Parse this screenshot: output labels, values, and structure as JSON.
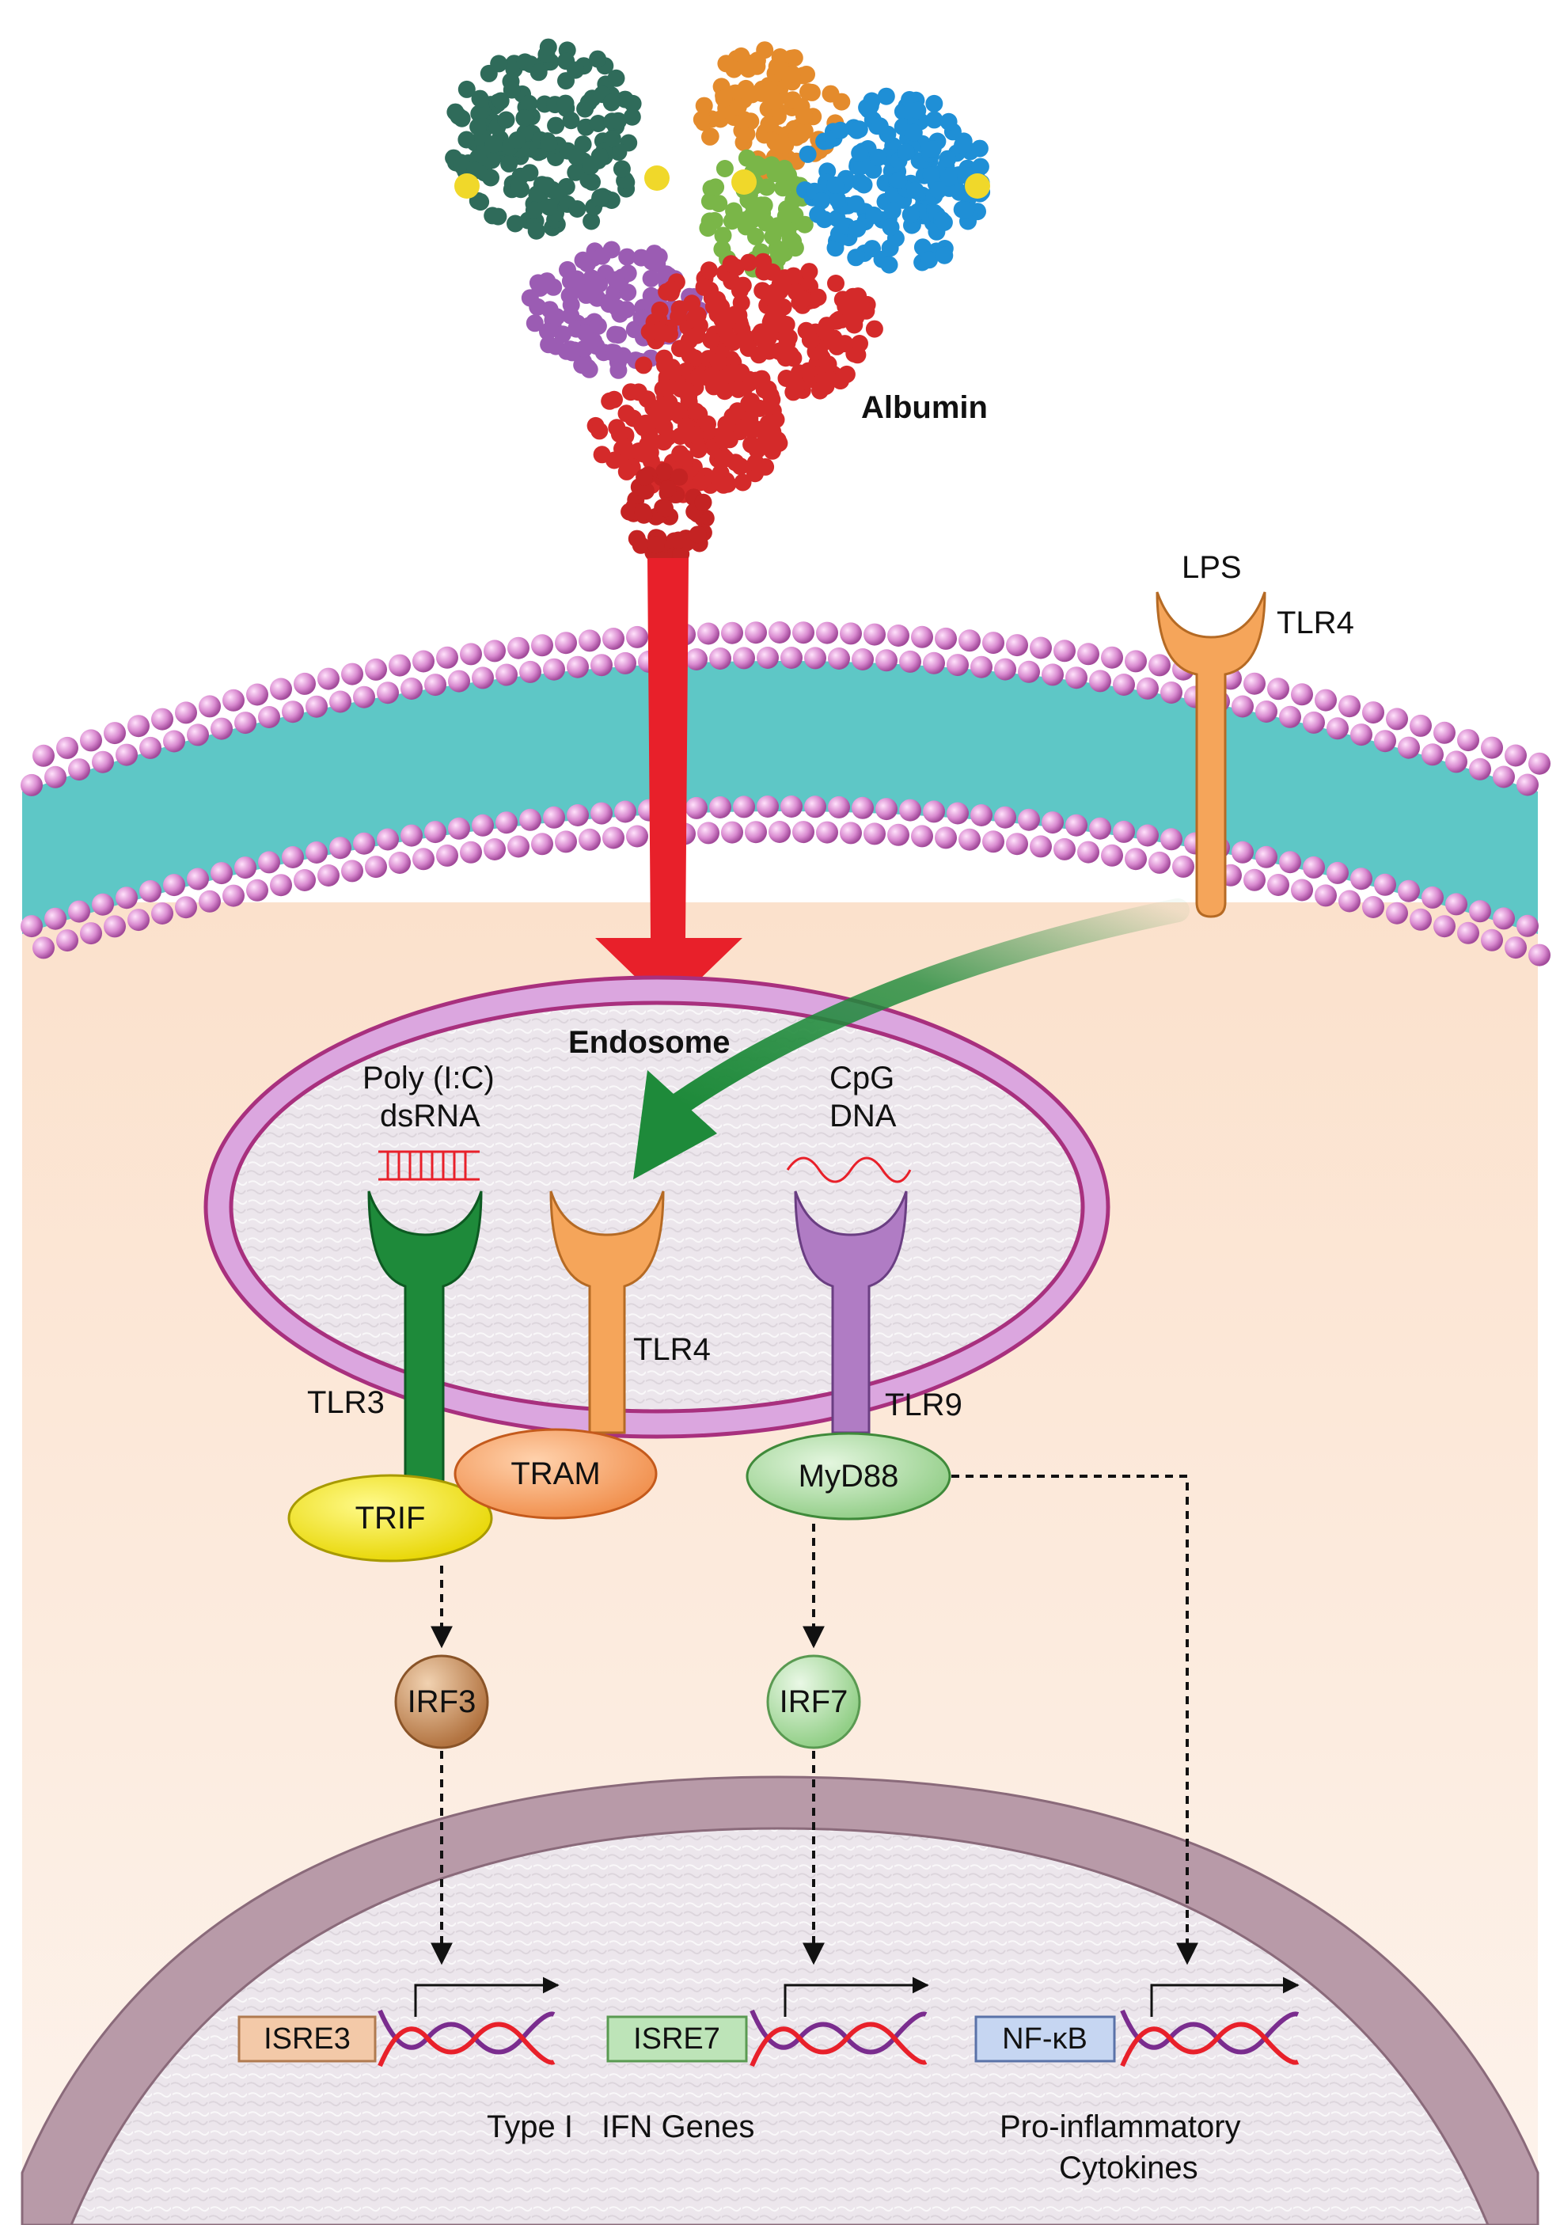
{
  "labels": {
    "albumin": "Albumin",
    "lps": "LPS",
    "tlr4_membrane": "TLR4",
    "endosome": "Endosome",
    "polyic_line1": "Poly (I:C)",
    "polyic_line2": "dsRNA",
    "cpg_line1": "CpG",
    "cpg_line2": "DNA",
    "tlr3": "TLR3",
    "tlr4_endosome": "TLR4",
    "tlr9": "TLR9",
    "trif": "TRIF",
    "tram": "TRAM",
    "myd88": "MyD88",
    "irf3": "IRF3",
    "irf7": "IRF7",
    "isre3": "ISRE3",
    "isre7": "ISRE7",
    "nfkb": "NF-κB",
    "type1_ifn_line1": "Type I",
    "type1_ifn_line2": "IFN Genes",
    "cytokines_line1": "Pro-inflammatory",
    "cytokines_line2": "Cytokines"
  },
  "colors": {
    "tlr3": "#1e8a3a",
    "tlr4": "#f5a55a",
    "tlr9": "#b07cc4",
    "trif": "#f4e600",
    "tram": "#f6a062",
    "myd88": "#a9d9a0",
    "irf3": "#c98c58",
    "irf7": "#b7e2b0",
    "isre3": "#f3c9a8",
    "isre7": "#bde4b8",
    "nfkb": "#c6d6f2",
    "red_arrow": "#e8202a",
    "green_arrow": "#1e8a3a",
    "membrane_head": "#d98ad0",
    "membrane_core": "#5ec7c6",
    "cytoplasm": "#fbe4d0",
    "nucleus_rim": "#b89aa8",
    "nucleus_inner": "#ebe4ea",
    "endosome_ring": "#a8307e"
  }
}
